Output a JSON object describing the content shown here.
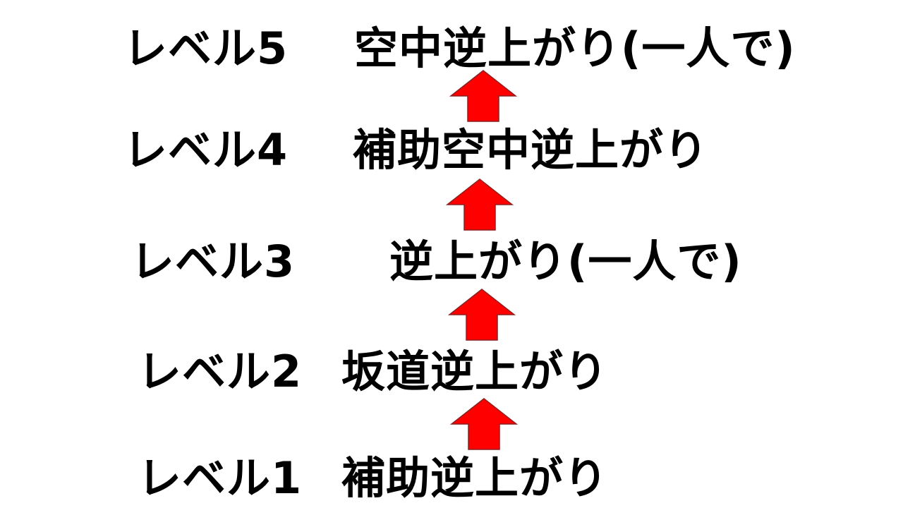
{
  "levels": [
    {
      "label": "レベル5",
      "name": "空中逆上がり(一人で)"
    },
    {
      "label": "レベル4",
      "name": "補助空中逆上がり"
    },
    {
      "label": "レベル3",
      "name": "逆上がり(一人で)"
    },
    {
      "label": "レベル2",
      "name": "坂道逆上がり"
    },
    {
      "label": "レベル1",
      "name": "補助逆上がり"
    }
  ],
  "colors": {
    "arrow_fill": "#ff0000",
    "arrow_stroke": "#8b2020",
    "text": "#000000",
    "background": "#ffffff"
  },
  "arrow_icon": "up-arrow-icon"
}
